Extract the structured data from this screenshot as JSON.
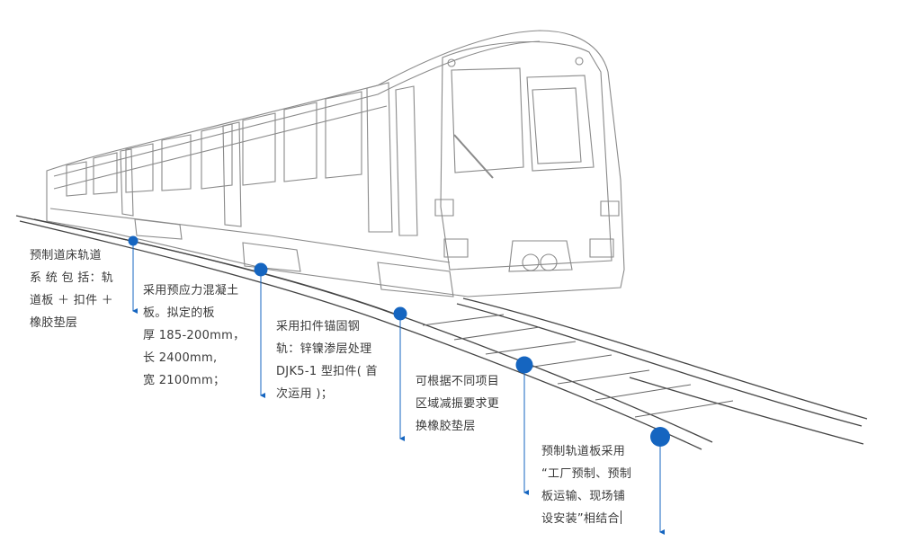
{
  "colors": {
    "line_art": "#8a8a8a",
    "marker": "#1565c0",
    "text": "#3a3a3a"
  },
  "annotations": [
    {
      "id": "note-1",
      "lines": [
        "预制道床轨道",
        "系 统 包 括：轨",
        "道板 ＋ 扣件 ＋",
        "橡胶垫层"
      ]
    },
    {
      "id": "note-2",
      "lines": [
        "采用预应力混凝土",
        "板。拟定的板",
        "厚 185-200mm，",
        "长 2400mm,",
        "宽 2100mm；"
      ]
    },
    {
      "id": "note-3",
      "lines": [
        "采用扣件锚固钢",
        "轨：锌镍渗层处理",
        "DJK5-1 型扣件( 首",
        "次运用 )；"
      ]
    },
    {
      "id": "note-4",
      "lines": [
        "可根据不同项目",
        "区域减振要求更",
        "换橡胶垫层"
      ]
    },
    {
      "id": "note-5",
      "lines": [
        "预制轨道板采用",
        "“工厂预制、预制",
        "板运输、现场铺",
        "设安装”相结合"
      ]
    }
  ],
  "icons": {
    "train": "metro-train-illustration",
    "track": "railway-track-illustration"
  }
}
